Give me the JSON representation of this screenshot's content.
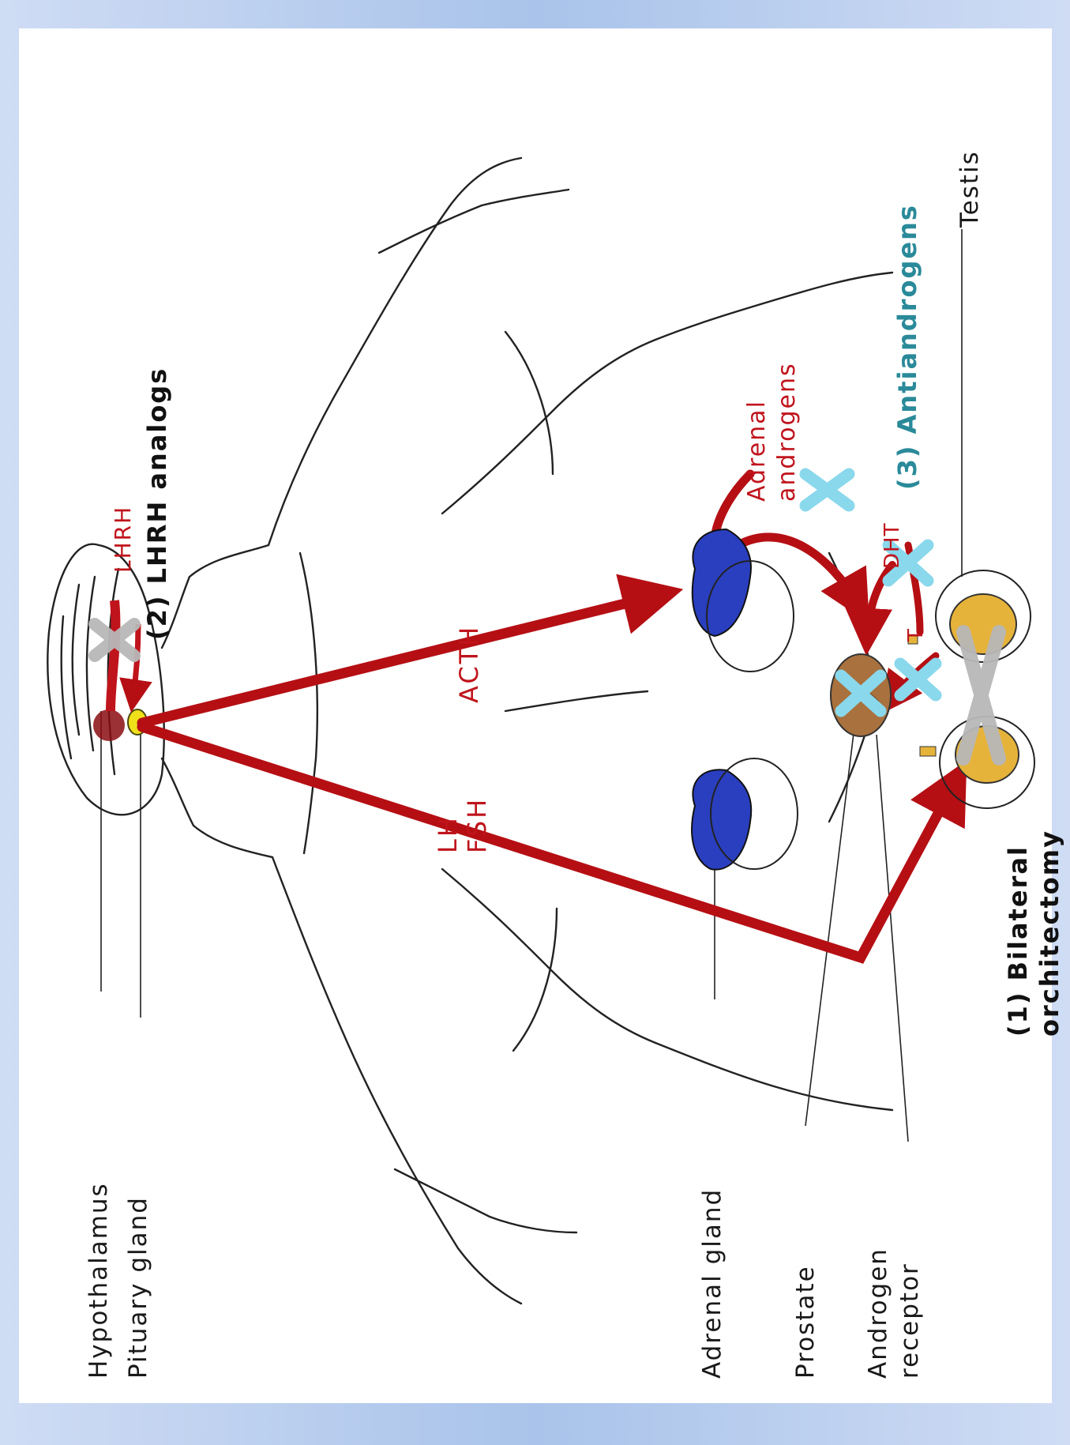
{
  "labels": {
    "hypothalamus": "Hypothalamus",
    "pituitary": "Pituary gland",
    "adrenal_gland": "Adrenal gland",
    "prostate": "Prostate",
    "androgen_receptor_1": "Androgen",
    "androgen_receptor_2": "receptor",
    "testis": "Testis"
  },
  "therapies": {
    "lhrh_analogs": "(2) LHRH analogs",
    "orchitectomy_1": "(1) Bilateral",
    "orchitectomy_2": "orchitectomy",
    "antiandrogens": "(3) Antiandrogens"
  },
  "hormones": {
    "lhrh": "LHRH",
    "acth": "ACTH",
    "lh": "LH",
    "fsh": "FSH",
    "adrenal_1": "Adrenal",
    "adrenal_2": "androgens",
    "dht": "DHT",
    "t": "T"
  },
  "colors": {
    "hormone_red": "#c0141c",
    "arrow_red": "#b50f14",
    "antiandrogen_teal": "#2a8a99",
    "block_cyan": "#8ad8ec",
    "block_gray": "#b8b8b8",
    "adrenal_blue": "#2a3fbf",
    "prostate_brown": "#a9713e",
    "testis_yellow": "#e6b33a",
    "frame_blue": "#a9c3ea"
  }
}
